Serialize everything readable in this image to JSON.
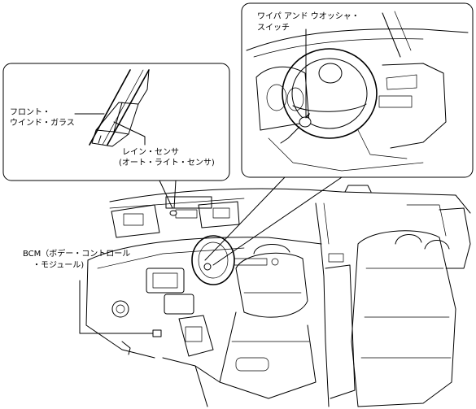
{
  "labels": {
    "wiper_switch_line1": "ワイパ アンド ウオッシャ・",
    "wiper_switch_line2": "スイッチ",
    "windshield_line1": "フロント・",
    "windshield_line2": "ウインド・ガラス",
    "rain_sensor_line1": "レイン・センサ",
    "rain_sensor_line2": "(オート・ライト・センサ)",
    "bcm_line1": "BCM（ボデー・コントロール",
    "bcm_line2": "・モジュール)"
  }
}
